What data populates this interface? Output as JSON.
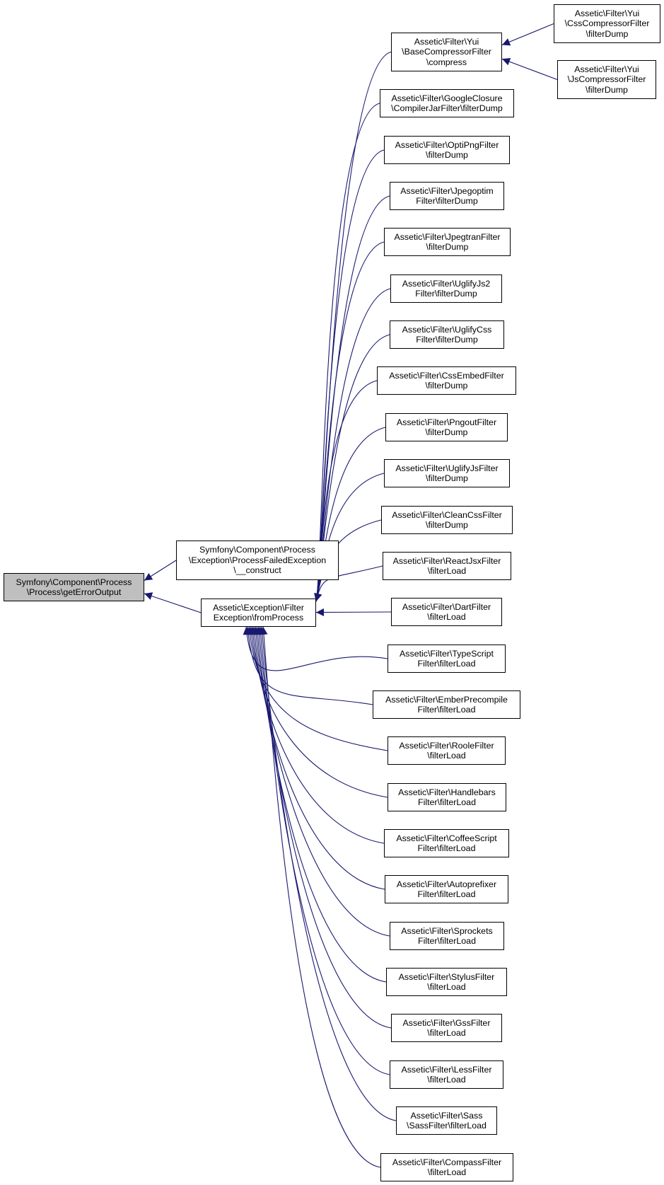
{
  "colors": {
    "edge": "#191970",
    "node_border": "#000000",
    "root_fill": "#bfbfbf",
    "node_fill": "#ffffff"
  },
  "nodes": {
    "root": {
      "lines": [
        "Symfony\\Component\\Process",
        "\\Process\\getErrorOutput"
      ]
    },
    "process_failed": {
      "lines": [
        "Symfony\\Component\\Process",
        "\\Exception\\ProcessFailedException",
        "\\__construct"
      ]
    },
    "from_process": {
      "lines": [
        "Assetic\\Exception\\Filter",
        "Exception\\fromProcess"
      ]
    },
    "yui_base": {
      "lines": [
        "Assetic\\Filter\\Yui",
        "\\BaseCompressorFilter",
        "\\compress"
      ]
    },
    "yui_css": {
      "lines": [
        "Assetic\\Filter\\Yui",
        "\\CssCompressorFilter",
        "\\filterDump"
      ]
    },
    "yui_js": {
      "lines": [
        "Assetic\\Filter\\Yui",
        "\\JsCompressorFilter",
        "\\filterDump"
      ]
    },
    "google_closure": {
      "lines": [
        "Assetic\\Filter\\GoogleClosure",
        "\\CompilerJarFilter\\filterDump"
      ]
    },
    "optipng": {
      "lines": [
        "Assetic\\Filter\\OptiPngFilter",
        "\\filterDump"
      ]
    },
    "jpegoptim": {
      "lines": [
        "Assetic\\Filter\\Jpegoptim",
        "Filter\\filterDump"
      ]
    },
    "jpegtran": {
      "lines": [
        "Assetic\\Filter\\JpegtranFilter",
        "\\filterDump"
      ]
    },
    "uglifyjs2": {
      "lines": [
        "Assetic\\Filter\\UglifyJs2",
        "Filter\\filterDump"
      ]
    },
    "uglifycss": {
      "lines": [
        "Assetic\\Filter\\UglifyCss",
        "Filter\\filterDump"
      ]
    },
    "cssembed": {
      "lines": [
        "Assetic\\Filter\\CssEmbedFilter",
        "\\filterDump"
      ]
    },
    "pngout": {
      "lines": [
        "Assetic\\Filter\\PngoutFilter",
        "\\filterDump"
      ]
    },
    "uglifyjs": {
      "lines": [
        "Assetic\\Filter\\UglifyJsFilter",
        "\\filterDump"
      ]
    },
    "cleancss": {
      "lines": [
        "Assetic\\Filter\\CleanCssFilter",
        "\\filterDump"
      ]
    },
    "reactjsx": {
      "lines": [
        "Assetic\\Filter\\ReactJsxFilter",
        "\\filterLoad"
      ]
    },
    "dart": {
      "lines": [
        "Assetic\\Filter\\DartFilter",
        "\\filterLoad"
      ]
    },
    "typescript": {
      "lines": [
        "Assetic\\Filter\\TypeScript",
        "Filter\\filterLoad"
      ]
    },
    "emberprecompile": {
      "lines": [
        "Assetic\\Filter\\EmberPrecompile",
        "Filter\\filterLoad"
      ]
    },
    "roole": {
      "lines": [
        "Assetic\\Filter\\RooleFilter",
        "\\filterLoad"
      ]
    },
    "handlebars": {
      "lines": [
        "Assetic\\Filter\\Handlebars",
        "Filter\\filterLoad"
      ]
    },
    "coffeescript": {
      "lines": [
        "Assetic\\Filter\\CoffeeScript",
        "Filter\\filterLoad"
      ]
    },
    "autoprefixer": {
      "lines": [
        "Assetic\\Filter\\Autoprefixer",
        "Filter\\filterLoad"
      ]
    },
    "sprockets": {
      "lines": [
        "Assetic\\Filter\\Sprockets",
        "Filter\\filterLoad"
      ]
    },
    "stylus": {
      "lines": [
        "Assetic\\Filter\\StylusFilter",
        "\\filterLoad"
      ]
    },
    "gss": {
      "lines": [
        "Assetic\\Filter\\GssFilter",
        "\\filterLoad"
      ]
    },
    "less": {
      "lines": [
        "Assetic\\Filter\\LessFilter",
        "\\filterLoad"
      ]
    },
    "sass": {
      "lines": [
        "Assetic\\Filter\\Sass",
        "\\SassFilter\\filterLoad"
      ]
    },
    "compass": {
      "lines": [
        "Assetic\\Filter\\CompassFilter",
        "\\filterLoad"
      ]
    }
  },
  "edges": [
    [
      "process_failed",
      "root"
    ],
    [
      "from_process",
      "root"
    ],
    [
      "yui_base",
      "from_process"
    ],
    [
      "yui_css",
      "yui_base"
    ],
    [
      "yui_js",
      "yui_base"
    ],
    [
      "google_closure",
      "from_process"
    ],
    [
      "optipng",
      "from_process"
    ],
    [
      "jpegoptim",
      "from_process"
    ],
    [
      "jpegtran",
      "from_process"
    ],
    [
      "uglifyjs2",
      "from_process"
    ],
    [
      "uglifycss",
      "from_process"
    ],
    [
      "cssembed",
      "from_process"
    ],
    [
      "pngout",
      "from_process"
    ],
    [
      "uglifyjs",
      "from_process"
    ],
    [
      "cleancss",
      "from_process"
    ],
    [
      "reactjsx",
      "from_process"
    ],
    [
      "dart",
      "from_process"
    ],
    [
      "typescript",
      "from_process"
    ],
    [
      "emberprecompile",
      "from_process"
    ],
    [
      "roole",
      "from_process"
    ],
    [
      "handlebars",
      "from_process"
    ],
    [
      "coffeescript",
      "from_process"
    ],
    [
      "autoprefixer",
      "from_process"
    ],
    [
      "sprockets",
      "from_process"
    ],
    [
      "stylus",
      "from_process"
    ],
    [
      "gss",
      "from_process"
    ],
    [
      "less",
      "from_process"
    ],
    [
      "sass",
      "from_process"
    ],
    [
      "compass",
      "from_process"
    ]
  ]
}
